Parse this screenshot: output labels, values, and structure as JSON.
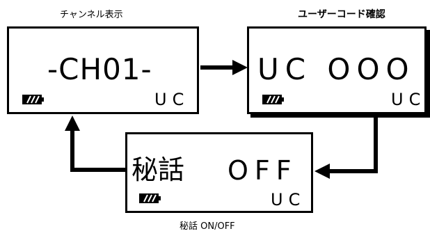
{
  "captions": {
    "channel_display": "チャンネル表示",
    "user_code_confirm": "ユーザーコード確認",
    "secret_talk_onoff": "秘話 ON/OFF"
  },
  "screens": {
    "channel": {
      "main": "-CH01-",
      "sub": "UC"
    },
    "user_code": {
      "main": "UC OOO",
      "sub": "UC"
    },
    "secret_talk": {
      "main_label": "秘話",
      "main_value": "OFF",
      "sub": "UC"
    }
  },
  "icons": {
    "battery": "battery-icon",
    "arrow": "arrow-icon"
  }
}
